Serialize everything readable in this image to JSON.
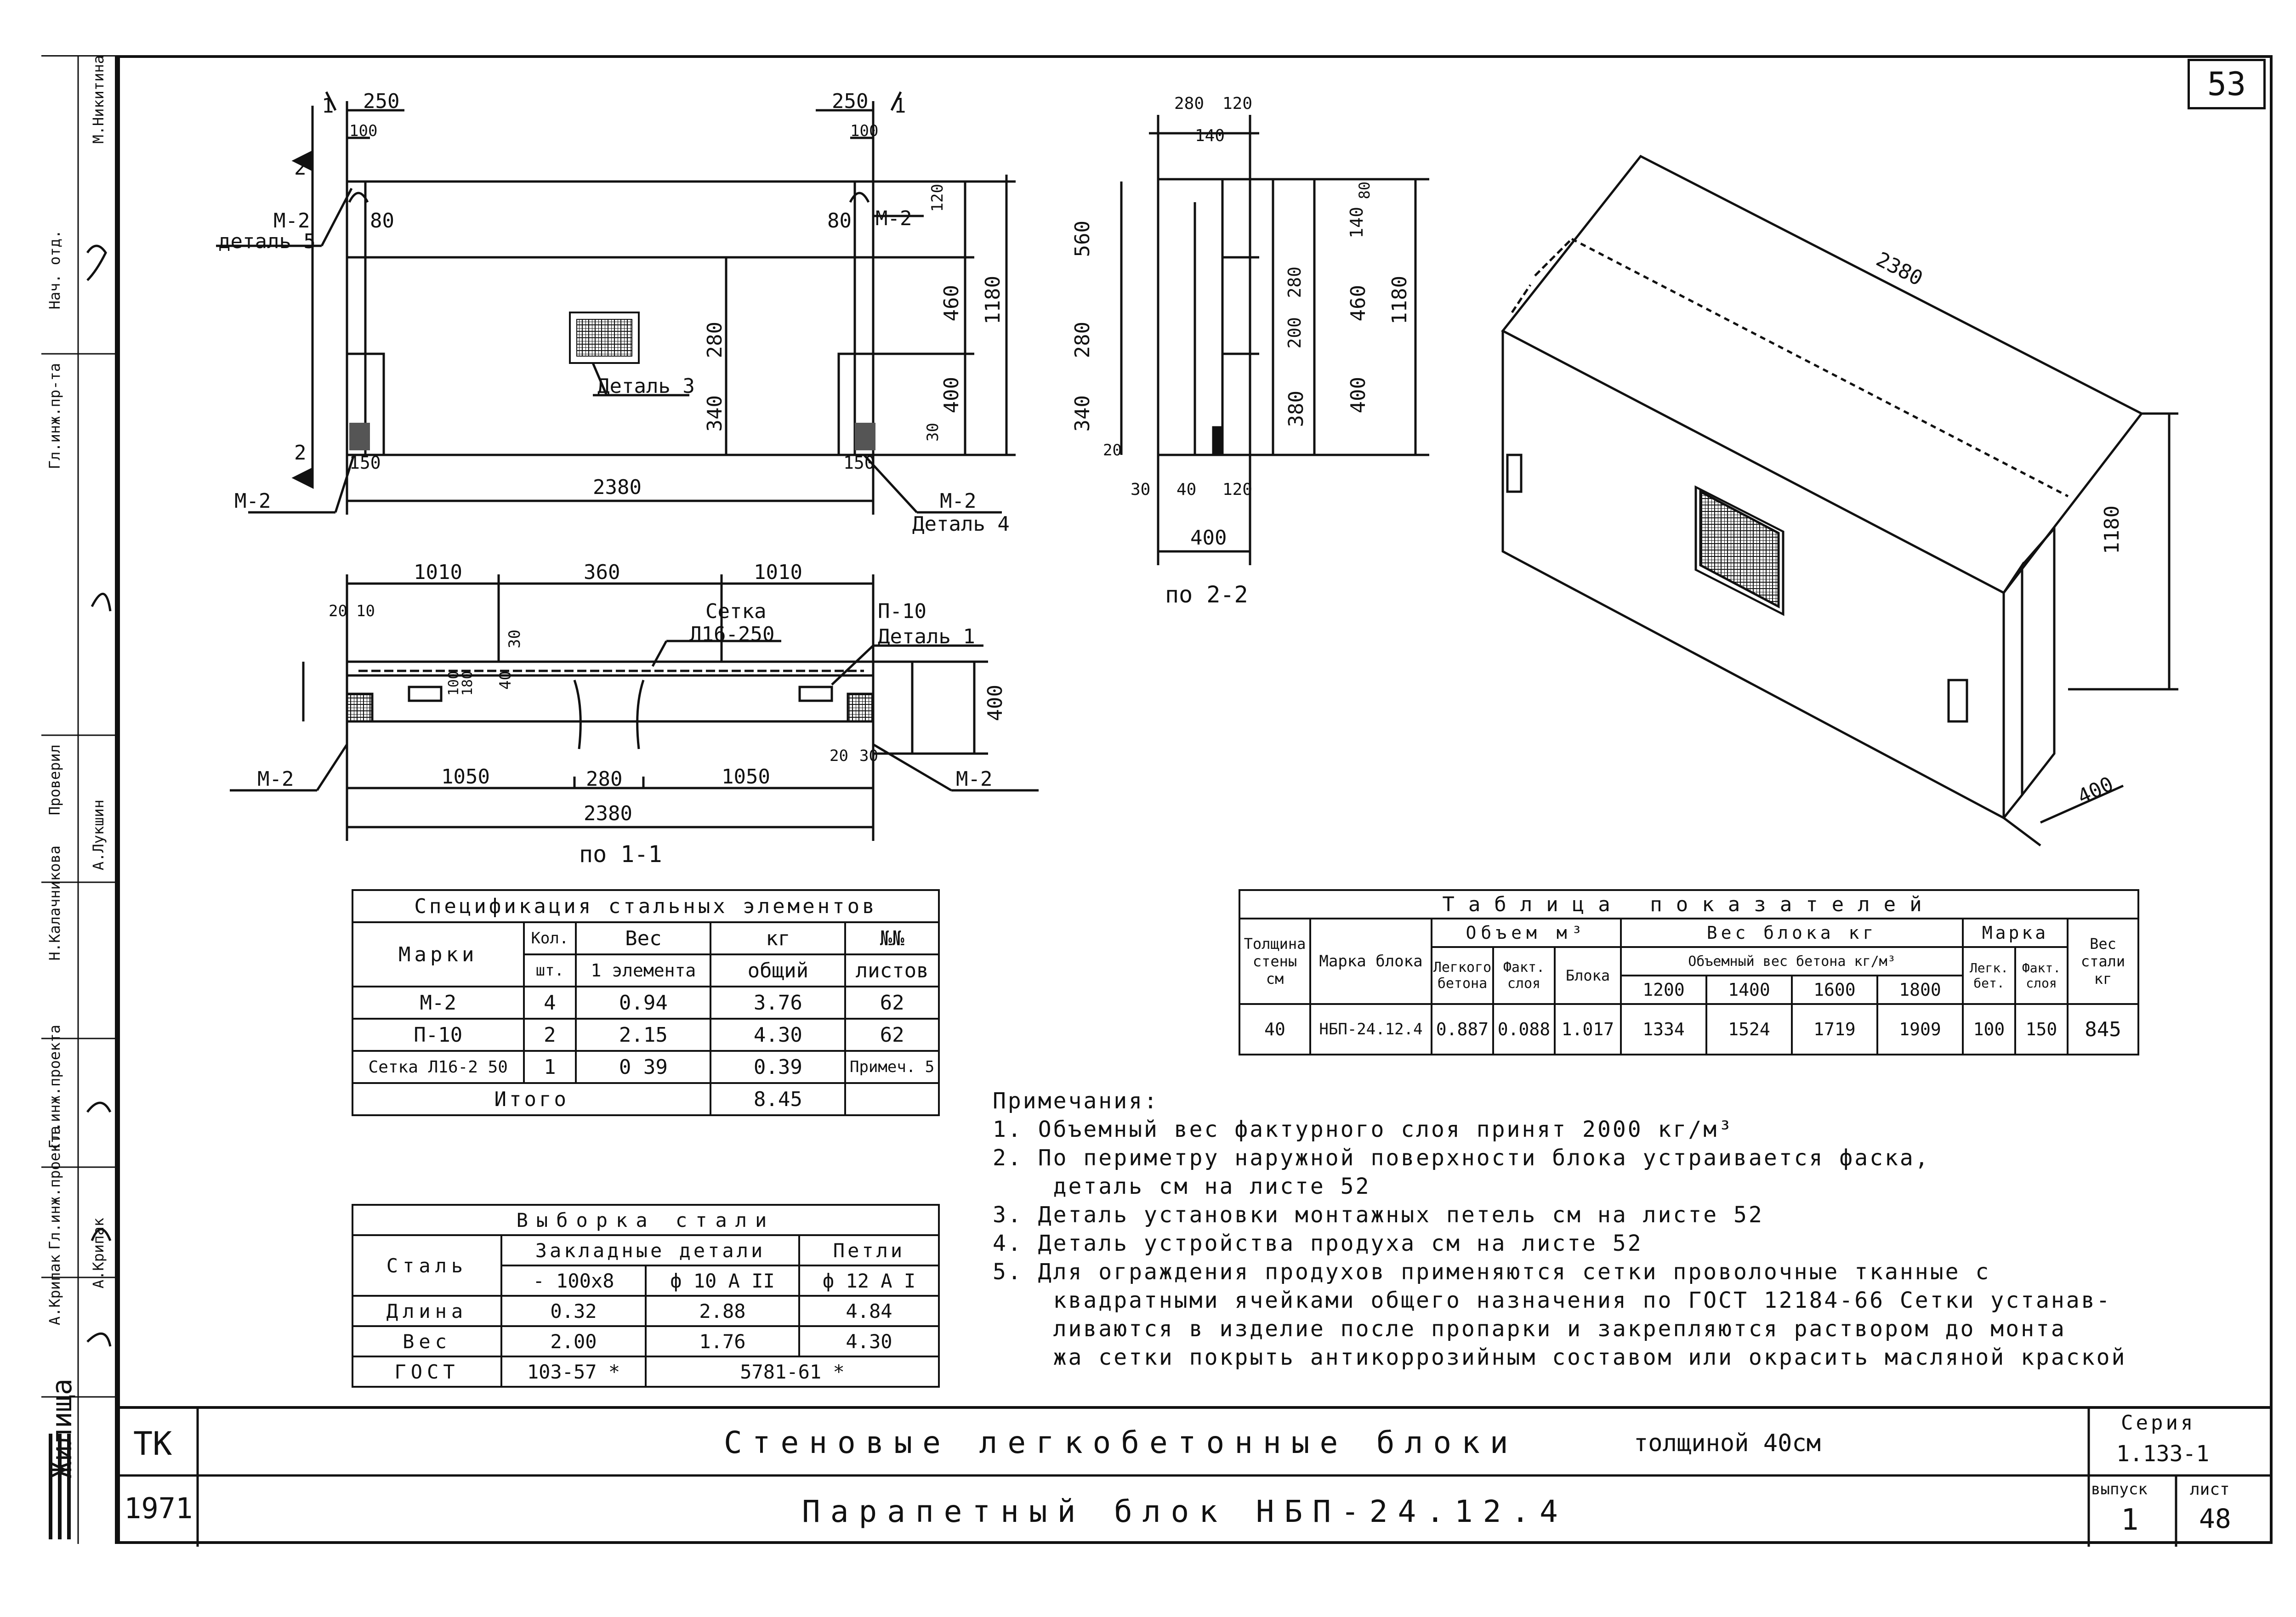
{
  "sheet_number": "53",
  "side_stamp": {
    "roles": [
      "Нач. отд.",
      "Гл.инж.пр-та",
      "Проверил",
      "Н.Калачникова",
      "Гл.инж.проекта",
      "Гл.инж.проекта",
      "А.Крипак",
      "Жилища"
    ],
    "names": [
      "М.Никитина",
      "А.Лукшин",
      "А.Крипак"
    ]
  },
  "plan_labels": {
    "left_m2": "М-2",
    "detail5": "деталь 5",
    "detail3": "Деталь 3",
    "detail4": "Деталь 4",
    "right_m2": "М-2",
    "right_m2b": "М-2",
    "left_m2b": "М-2",
    "dim_250_left": "250",
    "dim_250_right": "250",
    "dim_100_left": "100",
    "dim_100_right": "100",
    "dim_80_left": "80",
    "dim_80_right": "80",
    "dim_120_top": "120",
    "dim_280_center": "280",
    "dim_340": "340",
    "dim_150_left": "150",
    "dim_150_right": "150",
    "dim_2380": "2380",
    "dim_460": "460",
    "dim_400": "400",
    "dim_1180": "1180",
    "dim_80_small": "80",
    "dim_30": "30",
    "cut_1": "1",
    "cut_2": "2"
  },
  "section22": {
    "caption": "по 2-2",
    "dim_280": "280",
    "dim_120": "120",
    "dim_140": "140",
    "dim_560": "560",
    "dim_280b": "280",
    "dim_340": "340",
    "dim_20": "20",
    "dim_30": "30",
    "dim_40": "40",
    "dim_120b": "120",
    "dim_400": "400",
    "dim_200": "200",
    "dim_280c": "280",
    "dim_380": "380",
    "dim_140b": "140",
    "dim_460": "460",
    "dim_400b": "400",
    "dim_1180": "1180",
    "dim_80": "80"
  },
  "section11": {
    "caption": "по 1-1",
    "dim_1010a": "1010",
    "dim_360": "360",
    "dim_1010b": "1010",
    "setka": "Сетка",
    "setka_mark": "Л16-250",
    "p10": "П-10",
    "detail1": "Деталь 1",
    "dim_1050a": "1050",
    "dim_280": "280",
    "dim_1050b": "1050",
    "dim_2380": "2380",
    "m2_left": "М-2",
    "m2_right": "М-2",
    "dim_400": "400",
    "dim_20": "20",
    "dim_10": "10",
    "dim_30": "30",
    "dim_40": "40",
    "dim_100": "100",
    "dim_180": "180",
    "dim_20b": "20",
    "dim_30b": "30"
  },
  "iso": {
    "dim_2380": "2380",
    "dim_1180": "1180",
    "dim_400": "400"
  },
  "spec_table": {
    "title": "Спецификация стальных элементов",
    "h_marks": "Марки",
    "h_qty": "Кол.",
    "h_qty2": "шт.",
    "h_weight": "Вес",
    "h_kg": "кг",
    "h_one": "1 элемента",
    "h_total": "общий",
    "h_sheets": "№№",
    "h_sheets2": "листов",
    "rows": [
      {
        "mark": "М-2",
        "qty": "4",
        "one": "0.94",
        "total": "3.76",
        "sheet": "62"
      },
      {
        "mark": "П-10",
        "qty": "2",
        "one": "2.15",
        "total": "4.30",
        "sheet": "62"
      },
      {
        "mark": "Сетка Л16-2 50",
        "qty": "1",
        "one": "0 39",
        "total": "0.39",
        "sheet": "Примеч. 5"
      }
    ],
    "total_label": "Итого",
    "total_value": "8.45"
  },
  "steel_table": {
    "title": "Выборка стали",
    "h_steel": "Сталь",
    "h_embedded": "Закладные детали",
    "h_loops": "Петли",
    "h_c1": "- 100х8",
    "h_c2": "ф 10 А II",
    "h_c3": "ф 12 А I",
    "rows": [
      {
        "name": "Длина",
        "c1": "0.32",
        "c2": "2.88",
        "c3": "4.84"
      },
      {
        "name": "Вес",
        "c1": "2.00",
        "c2": "1.76",
        "c3": "4.30"
      }
    ],
    "gost_label": "ГОСТ",
    "gost_1": "103-57 *",
    "gost_2": "5781-61 *"
  },
  "indicators_table": {
    "title": "Таблица показателей",
    "h_thick": "Толщина стены см",
    "h_mark": "Марка блока",
    "h_volume": "Объем м³",
    "h_light": "Легкого бетона",
    "h_fact": "Факт. слоя",
    "h_block": "Блока",
    "h_weight": "Вес блока кг",
    "h_density": "Объемный вес бетона кг/м³",
    "d1": "1200",
    "d2": "1400",
    "d3": "1600",
    "d4": "1800",
    "h_grade": "Марка",
    "h_gl": "Легк. бет.",
    "h_gf": "Факт. слоя",
    "h_steel": "Вес стали кг",
    "row": {
      "thick": "40",
      "mark": "НБП-24.12.4",
      "light": "0.887",
      "fact": "0.088",
      "block": "1.017",
      "w1": "1334",
      "w2": "1524",
      "w3": "1719",
      "w4": "1909",
      "gl": "100",
      "gf": "150",
      "steel": "845"
    }
  },
  "notes": {
    "title": "Примечания:",
    "items": [
      "1. Объемный вес фактурного слоя принят 2000 кг/м³",
      "2. По периметру наружной поверхности блока устраивается фаска,",
      "    деталь см на листе 52",
      "3. Деталь установки монтажных петель см на листе 52",
      "4. Деталь устройства продуха см на листе 52",
      "5. Для ограждения продухов применяются сетки проволочные тканные с",
      "    квадратными ячейками общего назначения по ГОСТ 12184-66 Сетки устанав-",
      "    ливаются в изделие после пропарки и закрепляются раствором до монта",
      "    жа сетки покрыть антикоррозийным составом или окрасить масляной краской"
    ]
  },
  "title_block": {
    "tk": "ТК",
    "year": "1971",
    "title1": "Стеновые легкобетонные блоки",
    "title1b": "толщиной 40см",
    "title2": "Парапетный блок НБП-24.12.4",
    "series_label": "Серия",
    "series_value": "1.133-1",
    "issue_label": "выпуск",
    "issue_value": "1",
    "sheet_label": "лист",
    "sheet_value": "48"
  }
}
